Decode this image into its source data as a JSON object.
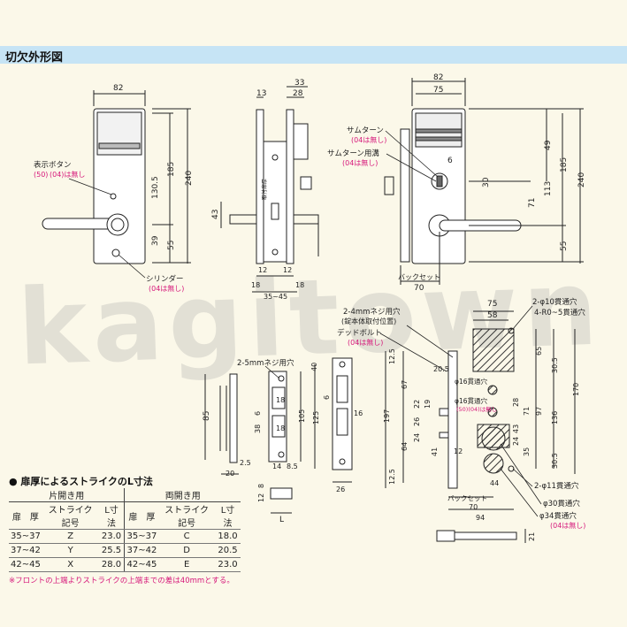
{
  "header": {
    "title": "切欠外形図"
  },
  "watermark": "kagitown",
  "front_view": {
    "width_dim": "82",
    "dims_right": [
      "185",
      "130.5",
      "240",
      "39",
      "55"
    ],
    "indicator_label": "表示ボタン",
    "indicator_note_a": "(50)",
    "indicator_note_b": "(04)は無し",
    "cylinder_label": "シリンダー",
    "cylinder_note": "(04は無し)"
  },
  "side_view": {
    "dims_top": [
      "33",
      "28",
      "13"
    ],
    "dim_left": "43",
    "mount_label": "取付扉厚",
    "dims_bottom": [
      "12",
      "12",
      "18",
      "18",
      "35~45"
    ]
  },
  "back_view": {
    "width_outer": "82",
    "width_inner": "75",
    "thumb_label": "サムターン",
    "thumb_note": "(04は無し)",
    "thumb_groove_label": "サムターン用溝",
    "thumb_groove_note": "(04は無し)",
    "dims_right": [
      "49",
      "185",
      "113",
      "240",
      "71",
      "30",
      "55"
    ],
    "dim_6": "6",
    "backset_label": "バックセット",
    "backset_value": "70"
  },
  "strike_views": {
    "screw_label": "2-5mmネジ用穴",
    "dims": [
      "85",
      "20",
      "2.5",
      "40",
      "18",
      "18",
      "105",
      "125",
      "38",
      "6",
      "6",
      "16",
      "14",
      "8.5",
      "26",
      "8",
      "12"
    ],
    "L_label": "L"
  },
  "mortise_view": {
    "screw_label_a": "2-4mmネジ用穴",
    "screw_label_b": "(錠本体取付位置)",
    "deadbolt_label": "デッドボルト",
    "deadbolt_note": "(04は無し)",
    "dims_top": [
      "75",
      "58"
    ],
    "hole_10": "2-φ10貫通穴",
    "hole_r0": "4-R0~5貫通穴",
    "hole_16a": "φ16貫通穴",
    "hole_16b": "φ16貫通穴",
    "hole_16b_note": "(50)(04)は無し",
    "hole_11": "2-φ11貫通穴",
    "hole_30": "φ30貫通穴",
    "hole_34": "φ34貫通穴",
    "hole_34_note": "(04は無し)",
    "dims_left": [
      "12.5",
      "20.5",
      "197",
      "67",
      "22",
      "19",
      "26",
      "24",
      "64",
      "12.5",
      "41"
    ],
    "dims_right": [
      "65",
      "30.5",
      "170",
      "28",
      "97",
      "71",
      "136",
      "43",
      "24",
      "35",
      "30.5"
    ],
    "dims_bottom": [
      "12",
      "44",
      "70",
      "94"
    ],
    "backset_label": "バックセット",
    "dim_21": "21"
  },
  "strike_table": {
    "title": "● 扉厚によるストライクのL寸法",
    "group_single": "片開き用",
    "group_double": "両開き用",
    "headers": [
      "扉　厚",
      "ストライク記号",
      "L寸法",
      "扉　厚",
      "ストライク記号",
      "L寸法"
    ],
    "rows": [
      [
        "35~37",
        "Z",
        "23.0",
        "35~37",
        "C",
        "18.0"
      ],
      [
        "37~42",
        "Y",
        "25.5",
        "37~42",
        "D",
        "20.5"
      ],
      [
        "42~45",
        "X",
        "28.0",
        "42~45",
        "E",
        "23.0"
      ]
    ],
    "note": "※フロントの上端よりストライクの上端までの差は40mmとする。"
  }
}
